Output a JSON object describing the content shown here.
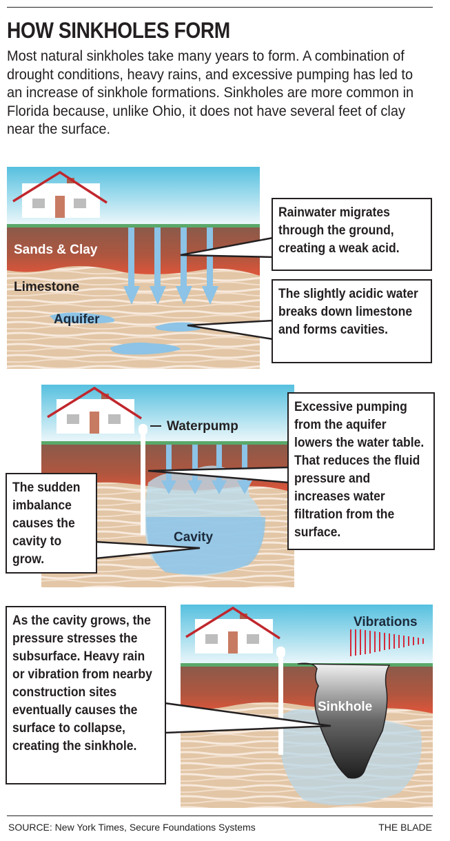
{
  "title": "HOW SINKHOLES FORM",
  "intro": "Most natural sinkholes take many years to form. A combination of drought conditions, heavy rains, and excessive pumping has led to an increase of sinkhole formations. Sinkholes are more common in Florida because, unlike Ohio, it does not have several feet of clay near the surface.",
  "panel1": {
    "labels": {
      "sands_clay": "Sands & Clay",
      "limestone": "Limestone",
      "aquifer": "Aquifer"
    },
    "callouts": [
      "Rainwater migrates through the ground, creating a weak acid.",
      "The slightly acidic water breaks down limestone and forms cavities."
    ]
  },
  "panel2": {
    "labels": {
      "waterpump": "Waterpump",
      "cavity": "Cavity"
    },
    "callouts": [
      "Excessive pumping from the aquifer lowers the water table. That reduces the fluid pressure and increases water filtration from the surface.",
      "The sudden imbalance causes the cavity to grow."
    ]
  },
  "panel3": {
    "labels": {
      "vibrations": "Vibrations",
      "sinkhole": "Sinkhole"
    },
    "callouts": [
      "As the cavity grows, the pressure stresses the subsurface. Heavy rain or vibration from nearby construction sites eventually causes the surface to collapse, creating the sinkhole."
    ]
  },
  "footer": {
    "source": "SOURCE: New York Times, Secure Foundations Systems",
    "credit": "THE BLADE"
  },
  "colors": {
    "sky": "#5bc3e0",
    "grass": "#5aa86a",
    "soil": "#8b5a4a",
    "clay_red": "#de5a3c",
    "limestone": "#e2c6a6",
    "water": "#8cc3e6",
    "roof": "#c0272d"
  }
}
